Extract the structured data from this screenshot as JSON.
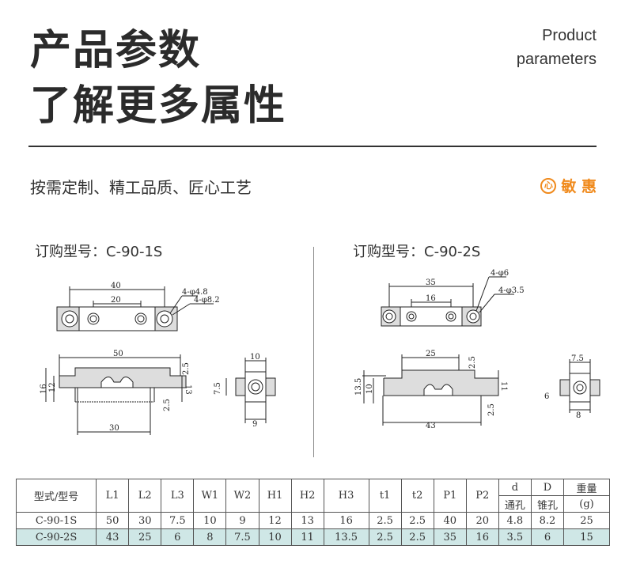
{
  "header": {
    "title_line1": "产品参数",
    "title_line2": "了解更多属性",
    "en_line1": "Product",
    "en_line2": "parameters"
  },
  "tagline": "按需定制、精工品质、匠心工艺",
  "brand": {
    "logo_glyph": "心",
    "name": "敏 惠",
    "color": "#f08a1c"
  },
  "drawing1": {
    "model_label": "订购型号：C-90-1S",
    "dims": {
      "d40": "40",
      "d20": "20",
      "hole_small": "4-φ4.8",
      "hole_big": "4-φ8.2",
      "d50": "50",
      "d30": "30",
      "d16": "16",
      "d12": "12",
      "d13": "13",
      "d25a": "2.5",
      "d25b": "2.5",
      "d10": "10",
      "d75": "7.5",
      "d9": "9"
    }
  },
  "drawing2": {
    "model_label": "订购型号：C-90-2S",
    "dims": {
      "d35": "35",
      "d16": "16",
      "hole_small": "4-φ6",
      "hole_big": "4-φ3.5",
      "d25": "25",
      "d43": "43",
      "d135": "13.5",
      "d10": "10",
      "d11": "11",
      "d25a": "2.5",
      "d25b": "2.5",
      "d75": "7.5",
      "d6": "6",
      "d8": "8"
    }
  },
  "table": {
    "headers": [
      "型式/型号",
      "L1",
      "L2",
      "L3",
      "W1",
      "W2",
      "H1",
      "H2",
      "H3",
      "t1",
      "t2",
      "P1",
      "P2",
      "d",
      "D",
      "重量"
    ],
    "subheaders": {
      "d": "通孔",
      "D": "锥孔",
      "weight": "(g)"
    },
    "rows": [
      [
        "C-90-1S",
        "50",
        "30",
        "7.5",
        "10",
        "9",
        "12",
        "13",
        "16",
        "2.5",
        "2.5",
        "40",
        "20",
        "4.8",
        "8.2",
        "25"
      ],
      [
        "C-90-2S",
        "43",
        "25",
        "6",
        "8",
        "7.5",
        "10",
        "11",
        "13.5",
        "2.5",
        "2.5",
        "35",
        "16",
        "3.5",
        "6",
        "15"
      ]
    ],
    "highlight_color": "#cfe7e6"
  }
}
